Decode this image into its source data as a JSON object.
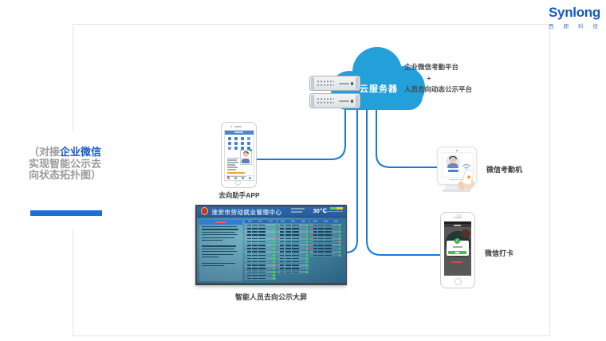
{
  "brand": {
    "logo": "Synlong",
    "subtext": [
      "西",
      "朗",
      "科",
      "技"
    ]
  },
  "headline": {
    "line1_prefix": "（对接",
    "line1_highlight": "企业微信",
    "line2": "实现智能公示去",
    "line3": "向状态拓扑图）"
  },
  "cloud_label": "云服务器",
  "platform_note": {
    "line1": "企业微信考勤平台",
    "plus": "+",
    "line2": "人员去向动态公示平台"
  },
  "labels": {
    "app_phone": "去向助手APP",
    "big_screen": "智能人员去向公示大屏",
    "attendance": "微信考勤机",
    "checkin_phone": "微信打卡"
  },
  "big_screen": {
    "title": "淮安市劳动就业管理中心",
    "temp": "30℃",
    "columns": [
      {
        "rows": 17,
        "pink": [
          4,
          12
        ]
      },
      {
        "rows": 15,
        "pink": [
          7
        ]
      },
      {
        "rows": 10,
        "pink": [
          5
        ]
      }
    ],
    "panel_bar_widths": [
      92,
      96,
      88,
      94,
      86,
      55,
      0,
      90,
      87,
      93,
      84,
      45,
      0,
      88,
      60
    ]
  },
  "colors": {
    "accent_line": "#1a78dc",
    "cloud": "#239fd9",
    "logo_blue": "#1259c7",
    "accent_bar": "#1a6fd8",
    "green_dot": "#35e052",
    "pink_dot": "#ff6ad5"
  }
}
